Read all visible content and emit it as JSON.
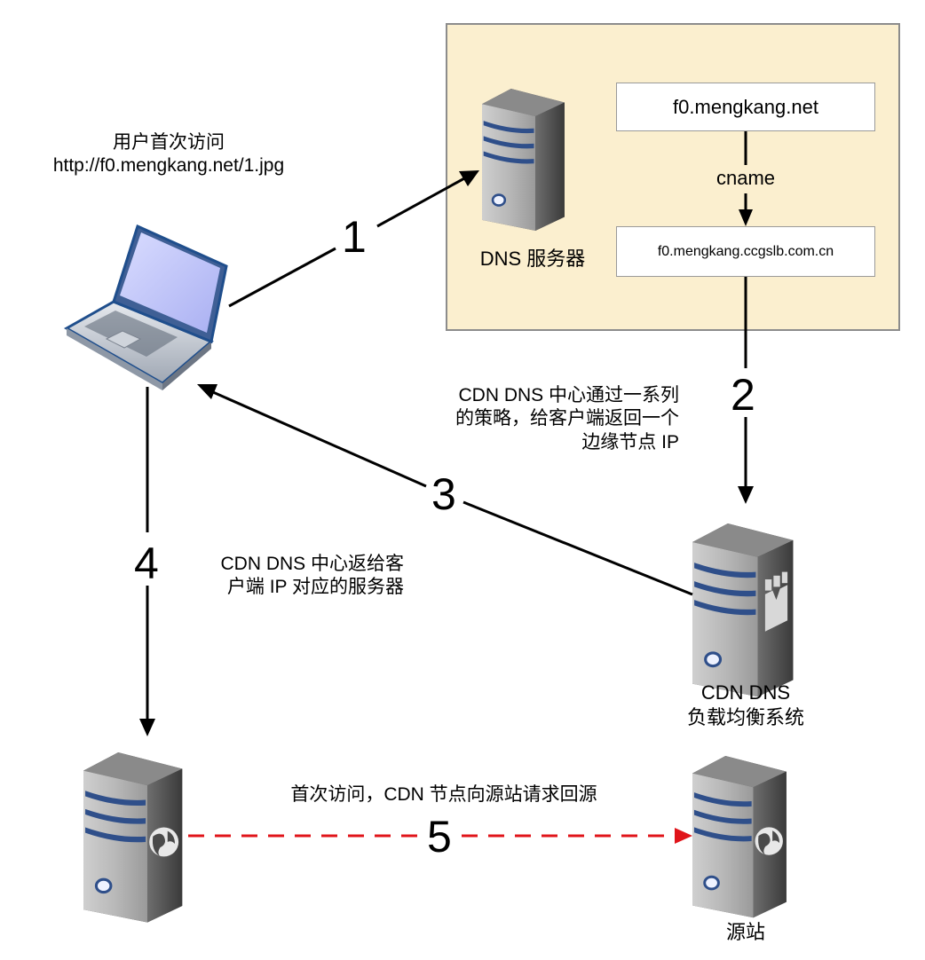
{
  "user": {
    "line1": "用户首次访问",
    "line2": "http://f0.mengkang.net/1.jpg"
  },
  "dns_server": {
    "label": "DNS 服务器"
  },
  "domain_box": {
    "label": "f0.mengkang.net"
  },
  "cname_label": "cname",
  "cname_box": {
    "label": "f0.mengkang.ccgslb.com.cn"
  },
  "steps": [
    "1",
    "2",
    "3",
    "4",
    "5"
  ],
  "step3_note": {
    "line1": "CDN DNS 中心通过一系列",
    "line2": "的策略，给客户端返回一个",
    "line3": "边缘节点 IP"
  },
  "step4_note": {
    "line1": "CDN DNS 中心返给客",
    "line2": "户端 IP 对应的服务器"
  },
  "cdn_dns": {
    "line1": "CDN DNS",
    "line2": "负载均衡系统"
  },
  "step5_note": "首次访问，CDN 节点向源站请求回源",
  "origin": {
    "label": "源站"
  },
  "colors": {
    "panel_fill": "#fbefcf",
    "panel_border": "#8c8c8c",
    "arrow": "#000000",
    "dashed_arrow": "#e0141a"
  },
  "icons": {
    "laptop": "laptop-icon",
    "dns_server": "server-icon",
    "cdn_dns_server": "firewall-server-icon",
    "edge_node": "globe-server-icon",
    "origin_server": "globe-server-icon"
  }
}
